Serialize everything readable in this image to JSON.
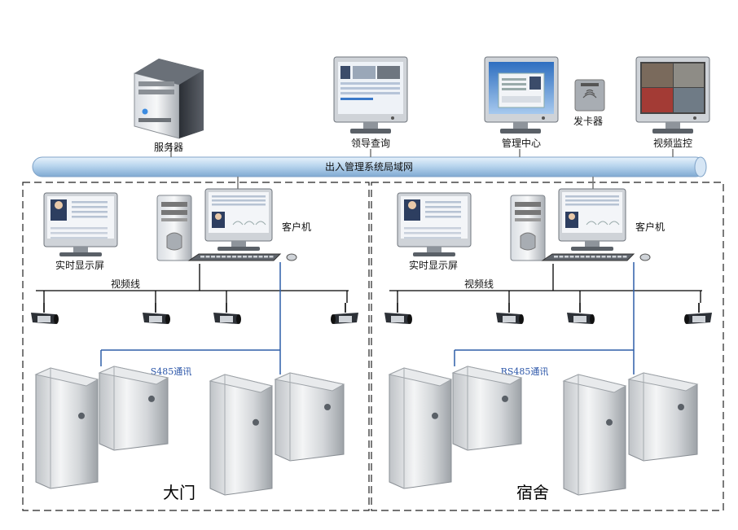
{
  "network": {
    "label": "出入管理系统局域网",
    "color": "#a7c7e8"
  },
  "top_nodes": [
    {
      "id": "server",
      "label": "服务器",
      "kind": "server"
    },
    {
      "id": "leader",
      "label": "领导查询",
      "kind": "monitor"
    },
    {
      "id": "center",
      "label": "管理中心",
      "kind": "monitor"
    },
    {
      "id": "card",
      "label": "发卡器",
      "kind": "card-reader"
    },
    {
      "id": "video",
      "label": "视频监控",
      "kind": "monitor-video"
    }
  ],
  "zones": [
    {
      "id": "gate",
      "title": "大门",
      "client_label": "客户机",
      "display_label": "实时显示屏",
      "video_line_label": "视频线",
      "rs485_label": "S485通讯",
      "cameras": 4,
      "turnstiles": 4
    },
    {
      "id": "dorm",
      "title": "宿舍",
      "client_label": "客户机",
      "display_label": "实时显示屏",
      "video_line_label": "视频线",
      "rs485_label": "RS485通讯",
      "cameras": 4,
      "turnstiles": 4
    }
  ],
  "colors": {
    "dashed_border": "#222222",
    "rs485_line": "#2e5fa8",
    "video_line": "#000000"
  }
}
